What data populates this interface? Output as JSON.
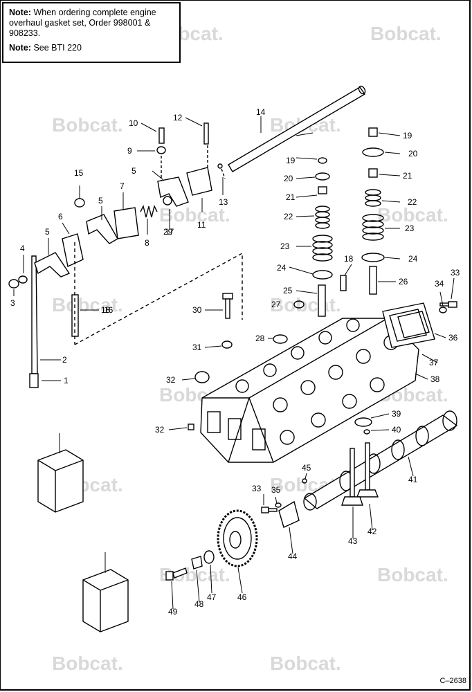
{
  "note_box": {
    "note1_label": "Note:",
    "note1_text": "When ordering complete engine overhaul gasket set, Order 998001 & 908233.",
    "note2_label": "Note:",
    "note2_text": "See BTI 220"
  },
  "watermark": {
    "text": "Bobcat."
  },
  "figure_id": "C–2638",
  "callouts": [
    "1",
    "2",
    "3",
    "4",
    "5",
    "5",
    "5",
    "6",
    "7",
    "8",
    "9",
    "10",
    "11",
    "12",
    "13",
    "14",
    "15",
    "16",
    "17",
    "18",
    "18",
    "19",
    "19",
    "20",
    "20",
    "21",
    "21",
    "22",
    "22",
    "23",
    "23",
    "24",
    "24",
    "25",
    "26",
    "27",
    "28",
    "29",
    "30",
    "31",
    "32",
    "32",
    "33",
    "33",
    "34",
    "35",
    "36",
    "37",
    "38",
    "39",
    "40",
    "41",
    "42",
    "43",
    "44",
    "45",
    "46",
    "47",
    "48",
    "49"
  ]
}
